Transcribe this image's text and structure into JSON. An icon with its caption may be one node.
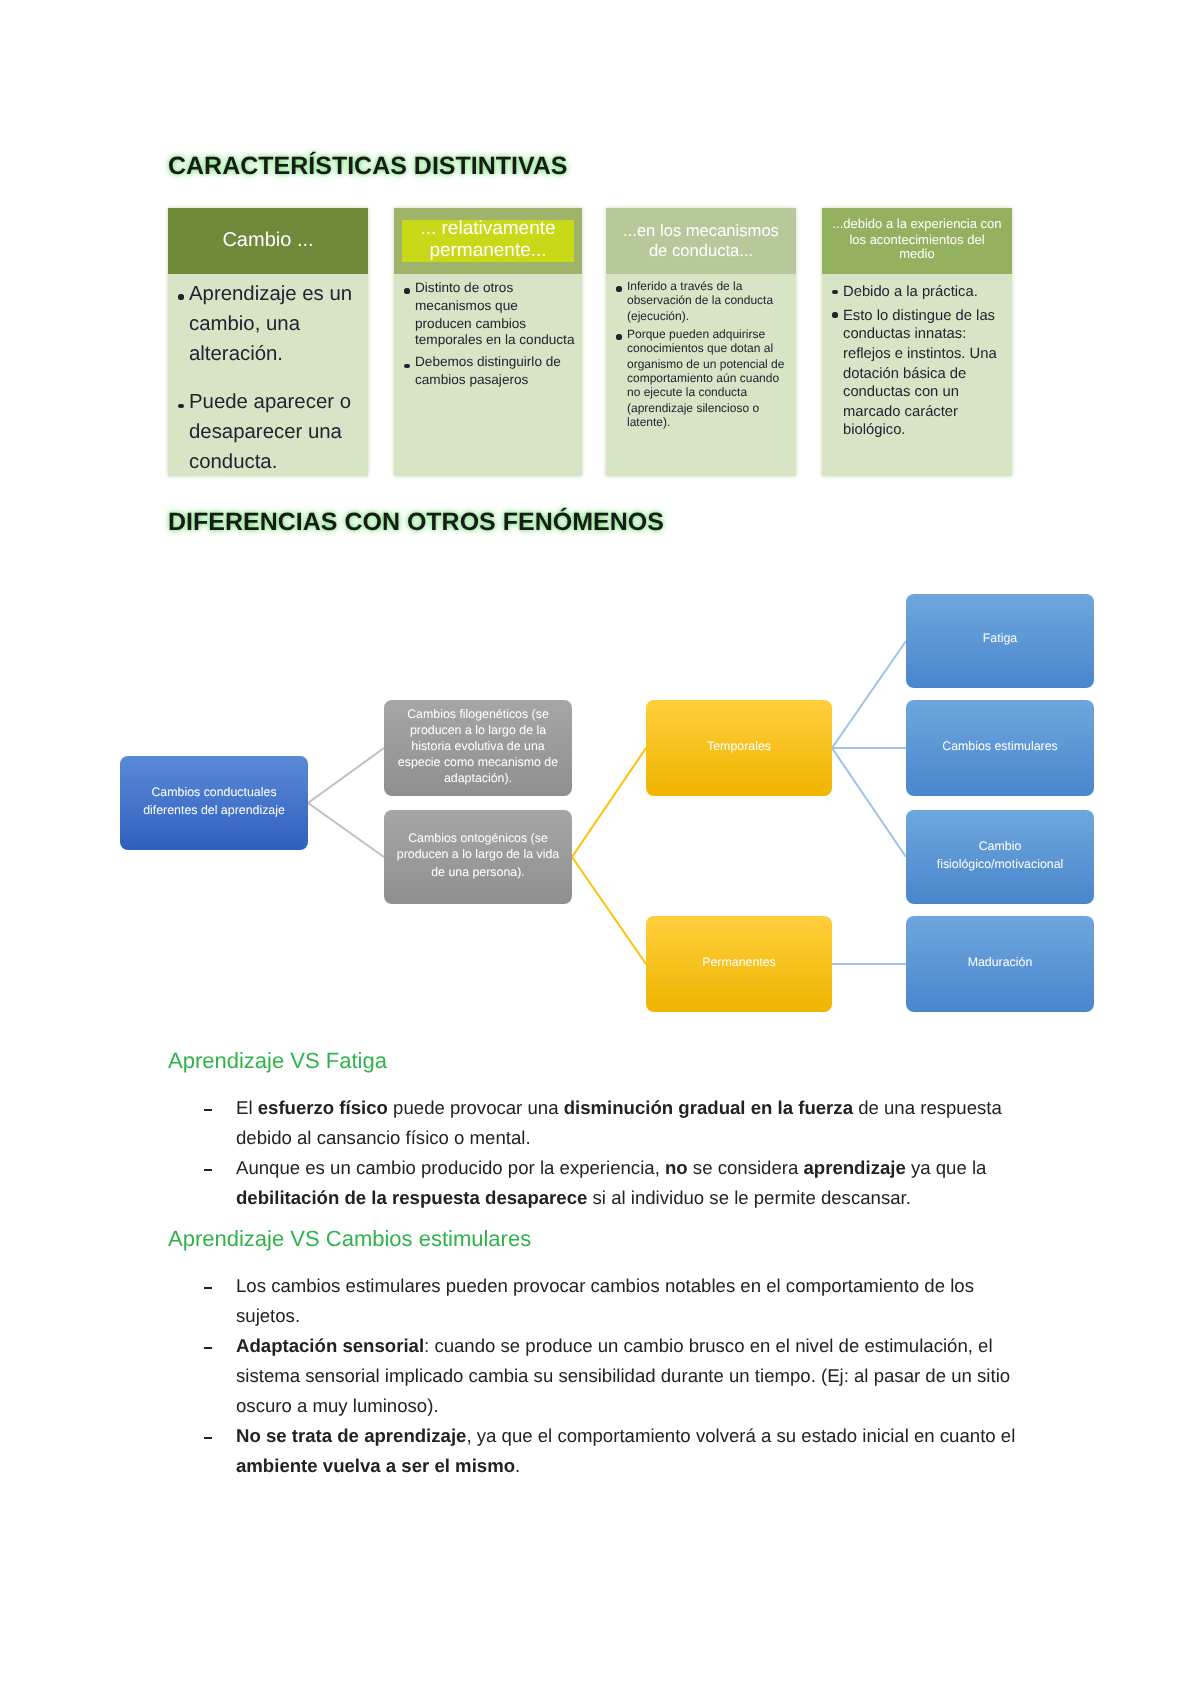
{
  "diagram": {
    "title": "CARACTERÍSTICAS DISTINTIVAS",
    "nodes": [
      {
        "text": [
          "Cambio ...",
          "Aprendizaje es un cambio, una alteración.",
          "Puede aparecer o desaparecer una conducta."
        ]
      },
      {
        "text": [
          "... relativamente permanente...",
          "Distinto de otros mecanismos que producen cambios temporales en la conducta",
          "Debemos distinguirlo de cambios pasajeros"
        ]
      },
      {
        "text": [
          "...en los mecanismos de conducta...",
          "Inferido a través de la observación de la conducta (ejecución).",
          "Porque pueden adquirirse conocimientos que dotan al organismo de un potencial de comportamiento aún cuando no ejecute la conducta (aprendizaje silencioso o latente)."
        ]
      },
      {
        "text": [
          "...debido a la experiencia con los acontecimientos del medio",
          "Debido a la práctica.",
          "Esto lo distingue de las conductas innatas: reflejos e instintos. Una dotación básica de conductas con un marcado carácter biológico."
        ]
      },
      {
        "text": [
          "Cambios conductuales diferentes del aprendizaje"
        ]
      },
      {
        "text": [
          "Cambios filogenéticos (se producen a lo largo de la historia evolutiva de una especie como mecanismo de adaptación)."
        ]
      },
      {
        "text": [
          "Cambios ontogénicos (se producen a lo largo de la vida de una persona)."
        ]
      },
      {
        "text": [
          "Temporales"
        ]
      },
      {
        "text": [
          "Permanentes"
        ]
      },
      {
        "text": [
          "Fatiga"
        ]
      },
      {
        "text": [
          "Cambios estimulares"
        ]
      },
      {
        "text": [
          "Cambio fisiológico/motivacional"
        ]
      },
      {
        "text": [
          "Maduración"
        ]
      }
    ],
    "edges": [
      {
        "from": 4,
        "to": 5,
        "arrow": "none",
        "color": "#bfbfbf"
      },
      {
        "from": 4,
        "to": 6,
        "arrow": "none",
        "color": "#bfbfbf"
      },
      {
        "from": 6,
        "to": 7,
        "arrow": "none",
        "color": "#ffc000"
      },
      {
        "from": 6,
        "to": 8,
        "arrow": "none",
        "color": "#ffc000"
      },
      {
        "from": 7,
        "to": 9,
        "arrow": "none"
      },
      {
        "from": 7,
        "to": 10,
        "arrow": "none"
      },
      {
        "from": 7,
        "to": 11,
        "arrow": "none"
      },
      {
        "from": 8,
        "to": 12,
        "arrow": "none"
      }
    ],
    "labels": [
      "DIFERENCIAS CON OTROS FENÓMENOS",
      "Aprendizaje VS Fatiga",
      "El **esfuerzo físico** puede provocar una **disminución gradual en la fuerza** de una respuesta debido al cansancio físico o mental.",
      "Aunque es un cambio producido por la experiencia, **no** se considera **aprendizaje** ya que la **debilitación de la respuesta desaparece** si al individuo se le permite descansar.",
      "Aprendizaje VS Cambios estimulares",
      "Los cambios estimulares pueden provocar cambios notables en el comportamiento de los sujetos.",
      "**Adaptación sensorial**: cuando se produce un cambio brusco en el nivel de estimulación, el sistema sensorial implicado cambia su sensibilidad durante un tiempo. (Ej: al pasar de un sitio oscuro a muy luminoso).",
      "**No se trata de aprendizaje**, ya que el comportamiento volverá a su estado inicial en cuanto el **ambiente vuelva a ser el mismo**."
    ]
  }
}
